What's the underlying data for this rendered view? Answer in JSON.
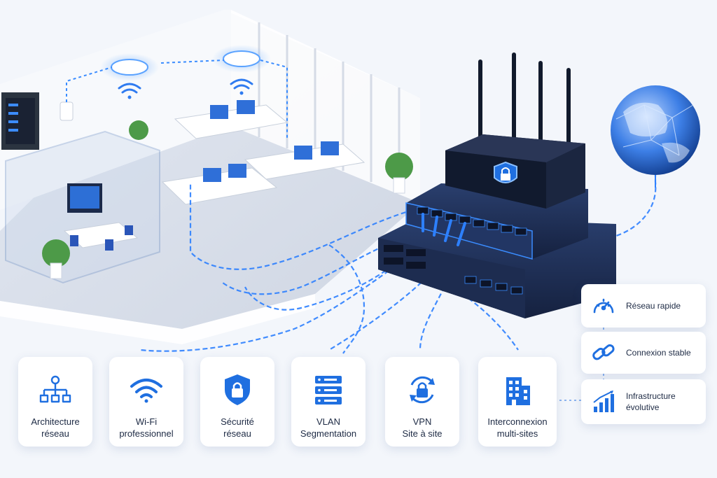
{
  "colors": {
    "accent": "#1f6fe0",
    "device": "#1c2d52",
    "background": "#f3f6fb"
  },
  "feature_cards": [
    {
      "icon": "hierarchy-icon",
      "line1": "Architecture",
      "line2": "réseau"
    },
    {
      "icon": "wifi-icon",
      "line1": "Wi-Fi",
      "line2": "professionnel"
    },
    {
      "icon": "shield-lock-icon",
      "line1": "Sécurité",
      "line2": "réseau"
    },
    {
      "icon": "server-stack-icon",
      "line1": "VLAN",
      "line2": "Segmentation"
    },
    {
      "icon": "vpn-lock-icon",
      "line1": "VPN",
      "line2": "Site à site"
    },
    {
      "icon": "building-icon",
      "line1": "Interconnexion",
      "line2": "multi-sites"
    }
  ],
  "side_cards": [
    {
      "icon": "speedometer-icon",
      "line1": "Réseau rapide",
      "line2": ""
    },
    {
      "icon": "chain-link-icon",
      "line1": "Connexion stable",
      "line2": ""
    },
    {
      "icon": "growth-chart-icon",
      "line1": "Infrastructure",
      "line2": "évolutive"
    }
  ]
}
